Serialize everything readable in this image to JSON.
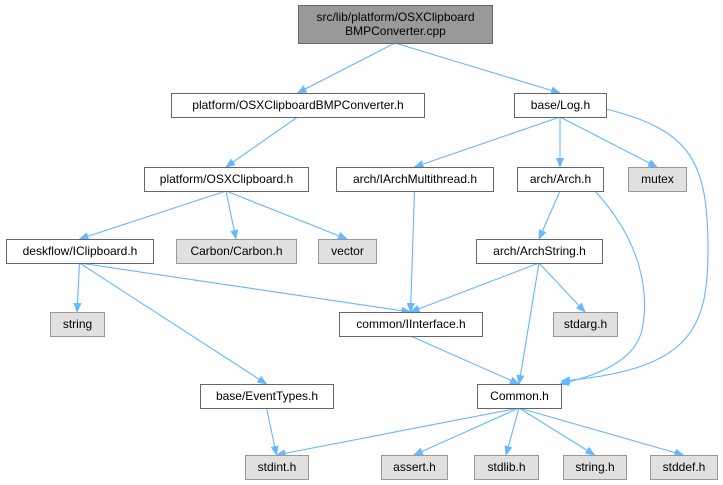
{
  "colors": {
    "root_fill": "#999999",
    "root_stroke": "#666666",
    "file_fill": "#ffffff",
    "file_stroke": "#666666",
    "system_fill": "#e0e0e0",
    "system_stroke": "#999999",
    "edge": "#63b8ff"
  },
  "nodes": [
    {
      "id": "root",
      "kind": "root",
      "lines": [
        "src/lib/platform/OSXClipboard",
        "BMPConverter.cpp"
      ]
    },
    {
      "id": "bmpconv_h",
      "kind": "file",
      "lines": [
        "platform/OSXClipboardBMPConverter.h"
      ]
    },
    {
      "id": "log_h",
      "kind": "file",
      "lines": [
        "base/Log.h"
      ]
    },
    {
      "id": "osxclip_h",
      "kind": "file",
      "lines": [
        "platform/OSXClipboard.h"
      ]
    },
    {
      "id": "iarchmt_h",
      "kind": "file",
      "lines": [
        "arch/IArchMultithread.h"
      ]
    },
    {
      "id": "arch_h",
      "kind": "file",
      "lines": [
        "arch/Arch.h"
      ]
    },
    {
      "id": "mutex",
      "kind": "system",
      "lines": [
        "mutex"
      ]
    },
    {
      "id": "iclip_h",
      "kind": "file",
      "lines": [
        "deskflow/IClipboard.h"
      ]
    },
    {
      "id": "carbon_h",
      "kind": "system",
      "lines": [
        "Carbon/Carbon.h"
      ]
    },
    {
      "id": "vector",
      "kind": "system",
      "lines": [
        "vector"
      ]
    },
    {
      "id": "archstr_h",
      "kind": "file",
      "lines": [
        "arch/ArchString.h"
      ]
    },
    {
      "id": "string",
      "kind": "system",
      "lines": [
        "string"
      ]
    },
    {
      "id": "iiface_h",
      "kind": "file",
      "lines": [
        "common/IInterface.h"
      ]
    },
    {
      "id": "stdarg_h",
      "kind": "system",
      "lines": [
        "stdarg.h"
      ]
    },
    {
      "id": "eventtypes_h",
      "kind": "file",
      "lines": [
        "base/EventTypes.h"
      ]
    },
    {
      "id": "common_h",
      "kind": "file",
      "lines": [
        "Common.h"
      ]
    },
    {
      "id": "stdint_h",
      "kind": "system",
      "lines": [
        "stdint.h"
      ]
    },
    {
      "id": "assert_h",
      "kind": "system",
      "lines": [
        "assert.h"
      ]
    },
    {
      "id": "stdlib_h",
      "kind": "system",
      "lines": [
        "stdlib.h"
      ]
    },
    {
      "id": "string_h",
      "kind": "system",
      "lines": [
        "string.h"
      ]
    },
    {
      "id": "stddef_h",
      "kind": "system",
      "lines": [
        "stddef.h"
      ]
    }
  ],
  "edges": [
    {
      "from": "root",
      "to": "bmpconv_h"
    },
    {
      "from": "root",
      "to": "log_h"
    },
    {
      "from": "bmpconv_h",
      "to": "osxclip_h"
    },
    {
      "from": "log_h",
      "to": "iarchmt_h"
    },
    {
      "from": "log_h",
      "to": "arch_h"
    },
    {
      "from": "log_h",
      "to": "mutex"
    },
    {
      "from": "log_h",
      "to": "common_h"
    },
    {
      "from": "osxclip_h",
      "to": "iclip_h"
    },
    {
      "from": "osxclip_h",
      "to": "carbon_h"
    },
    {
      "from": "osxclip_h",
      "to": "vector"
    },
    {
      "from": "iarchmt_h",
      "to": "iiface_h"
    },
    {
      "from": "arch_h",
      "to": "archstr_h"
    },
    {
      "from": "arch_h",
      "to": "common_h"
    },
    {
      "from": "iclip_h",
      "to": "string"
    },
    {
      "from": "iclip_h",
      "to": "iiface_h"
    },
    {
      "from": "iclip_h",
      "to": "eventtypes_h"
    },
    {
      "from": "archstr_h",
      "to": "iiface_h"
    },
    {
      "from": "archstr_h",
      "to": "stdarg_h"
    },
    {
      "from": "archstr_h",
      "to": "common_h"
    },
    {
      "from": "iiface_h",
      "to": "common_h"
    },
    {
      "from": "eventtypes_h",
      "to": "stdint_h"
    },
    {
      "from": "common_h",
      "to": "stdint_h"
    },
    {
      "from": "common_h",
      "to": "assert_h"
    },
    {
      "from": "common_h",
      "to": "stdlib_h"
    },
    {
      "from": "common_h",
      "to": "string_h"
    },
    {
      "from": "common_h",
      "to": "stddef_h"
    }
  ]
}
